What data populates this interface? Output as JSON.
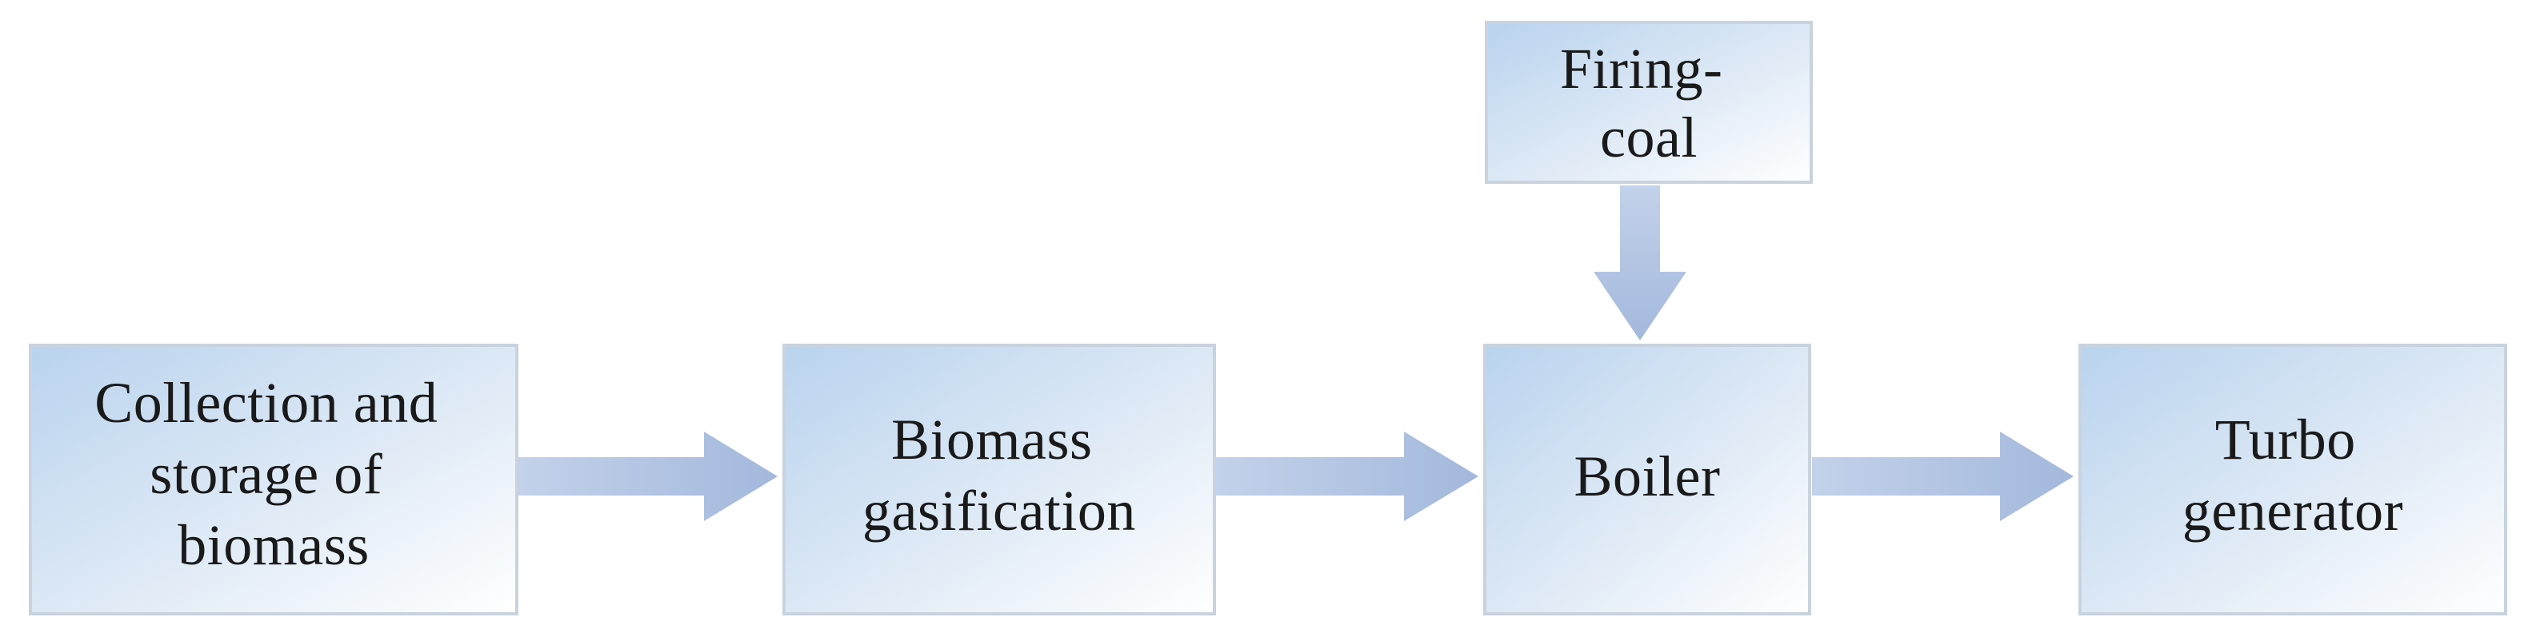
{
  "nodes": {
    "collection": {
      "lines": [
        "Collection and",
        "storage of",
        "biomass"
      ]
    },
    "gasification": {
      "lines": [
        "Biomass",
        "gasification"
      ]
    },
    "boiler": {
      "lines": [
        "Boiler"
      ]
    },
    "turbo": {
      "lines": [
        "Turbo",
        "generator"
      ]
    },
    "firing": {
      "lines": [
        "Firing-",
        "coal"
      ]
    }
  },
  "edges": [
    {
      "from": "collection",
      "to": "gasification"
    },
    {
      "from": "gasification",
      "to": "boiler"
    },
    {
      "from": "boiler",
      "to": "turbo"
    },
    {
      "from": "firing",
      "to": "boiler"
    }
  ],
  "colors": {
    "box_gradient_start": "#b9d3ee",
    "box_gradient_end": "#ffffff",
    "box_border": "#c9d3de",
    "arrow": "#a9bddf"
  }
}
